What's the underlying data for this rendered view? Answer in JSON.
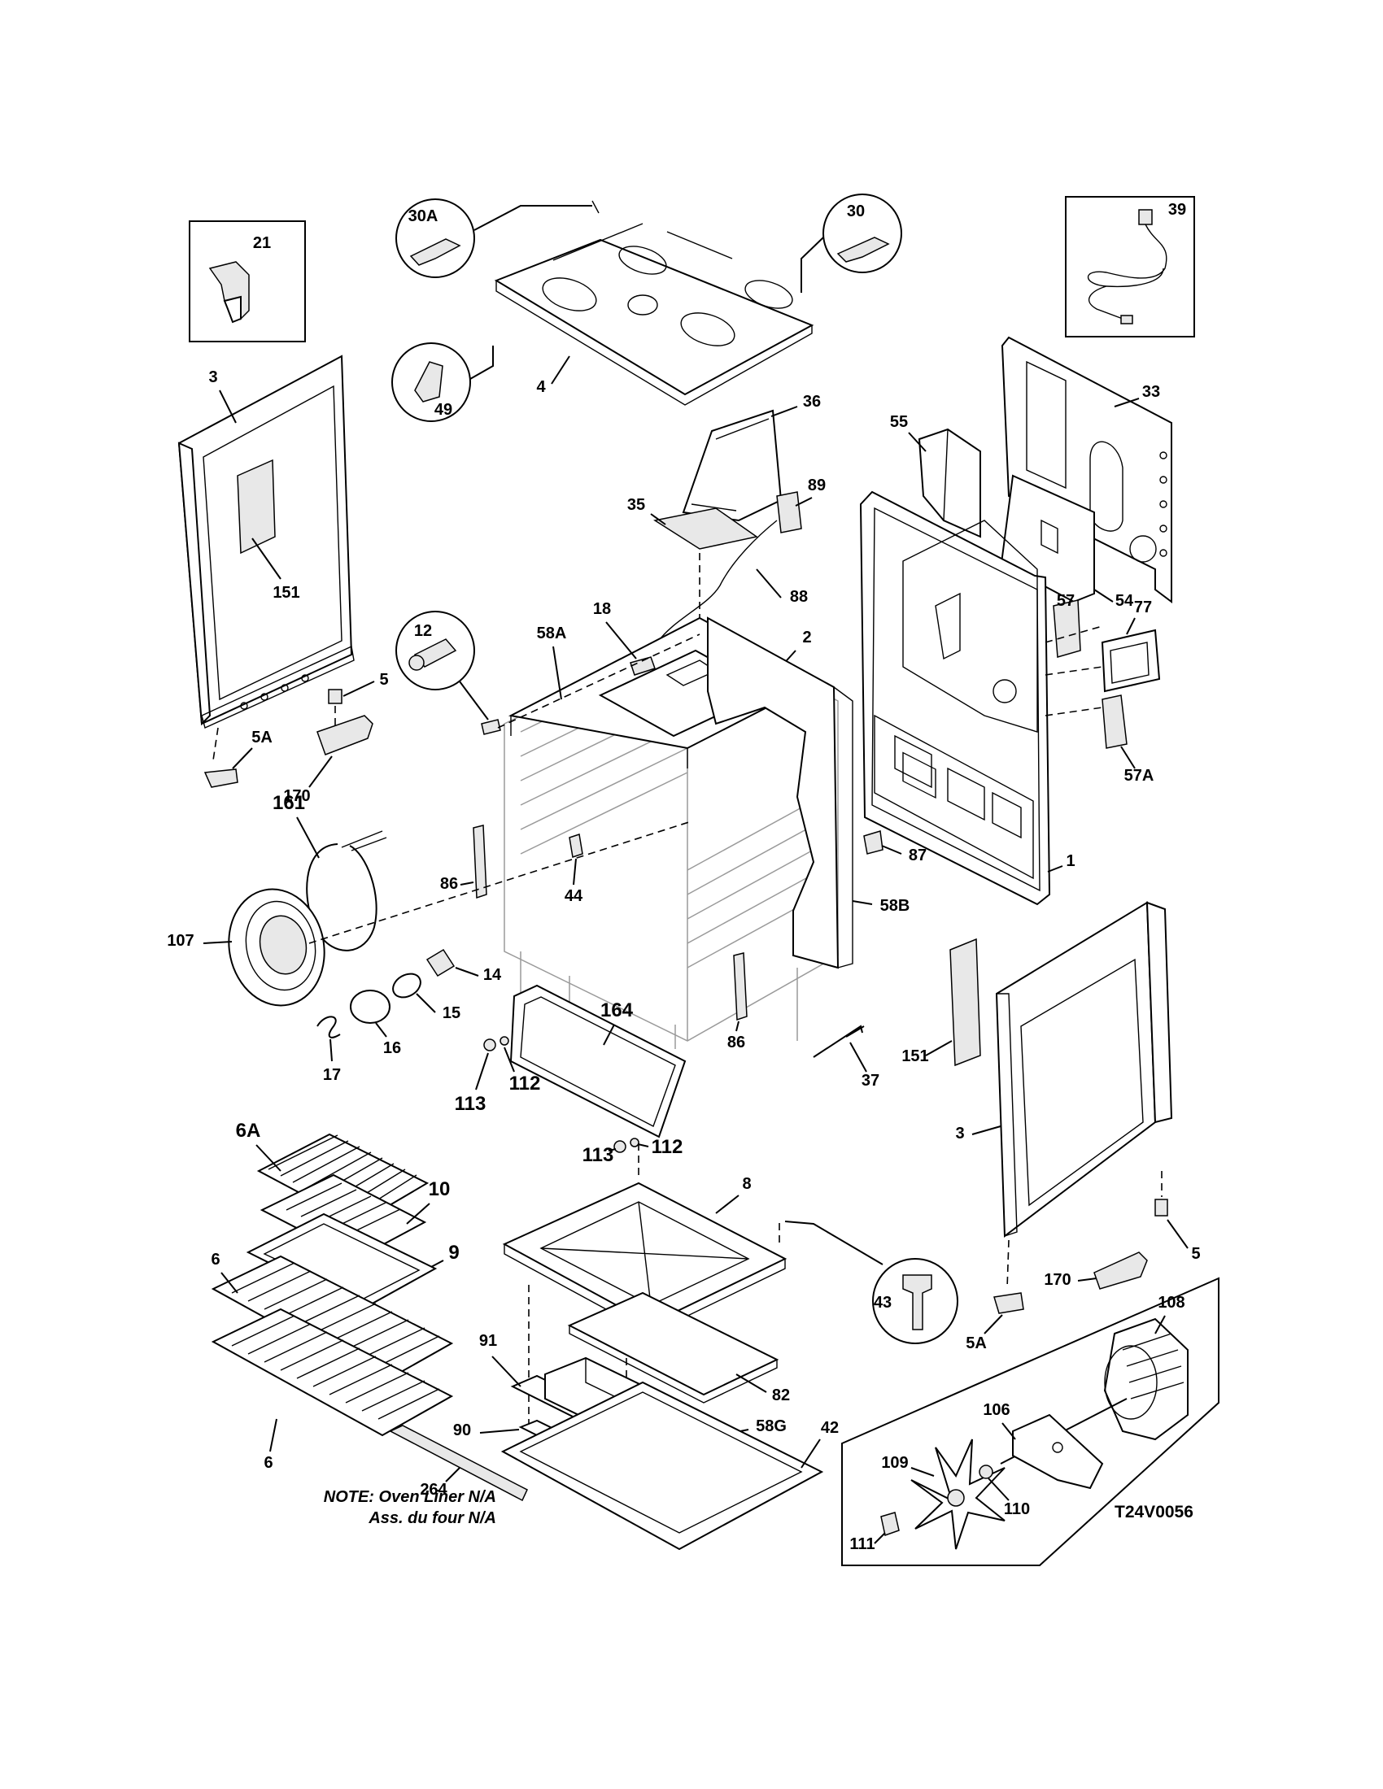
{
  "diagram": {
    "callouts": {
      "c21": "21",
      "c30a": "30A",
      "c30": "30",
      "c39": "39",
      "c3a": "3",
      "c4": "4",
      "c49": "49",
      "c36": "36",
      "c33": "33",
      "c55": "55",
      "c35": "35",
      "c89": "89",
      "c151a": "151",
      "c54": "54",
      "c88": "88",
      "c12": "12",
      "c18": "18",
      "c58a": "58A",
      "c2": "2",
      "c57": "57",
      "c77": "77",
      "c5a": "5",
      "c5aa": "5A",
      "c170a": "170",
      "c57a": "57A",
      "c1": "1",
      "c161": "161",
      "c87": "87",
      "c86a": "86",
      "c44": "44",
      "c58b": "58B",
      "c107": "107",
      "c14": "14",
      "c15": "15",
      "c164": "164",
      "c16": "16",
      "c17": "17",
      "c113a": "113",
      "c112a": "112",
      "c86b": "86",
      "c151b": "151",
      "c37": "37",
      "c3b": "3",
      "c6a": "6A",
      "c10": "10",
      "c113b": "113",
      "c112b": "112",
      "c8": "8",
      "c9": "9",
      "c6b": "6",
      "c43": "43",
      "c5b": "5",
      "c170b": "170",
      "c5ab": "5A",
      "c108": "108",
      "c91": "91",
      "c82": "82",
      "c106": "106",
      "c6c": "6",
      "c58g": "58G",
      "c90": "90",
      "c42": "42",
      "c109": "109",
      "c110": "110",
      "c264": "264",
      "c111": "111"
    },
    "note_line1": "NOTE: Oven Liner N/A",
    "note_line2": "Ass. du four N/A",
    "drawing_code": "T24V0056"
  }
}
